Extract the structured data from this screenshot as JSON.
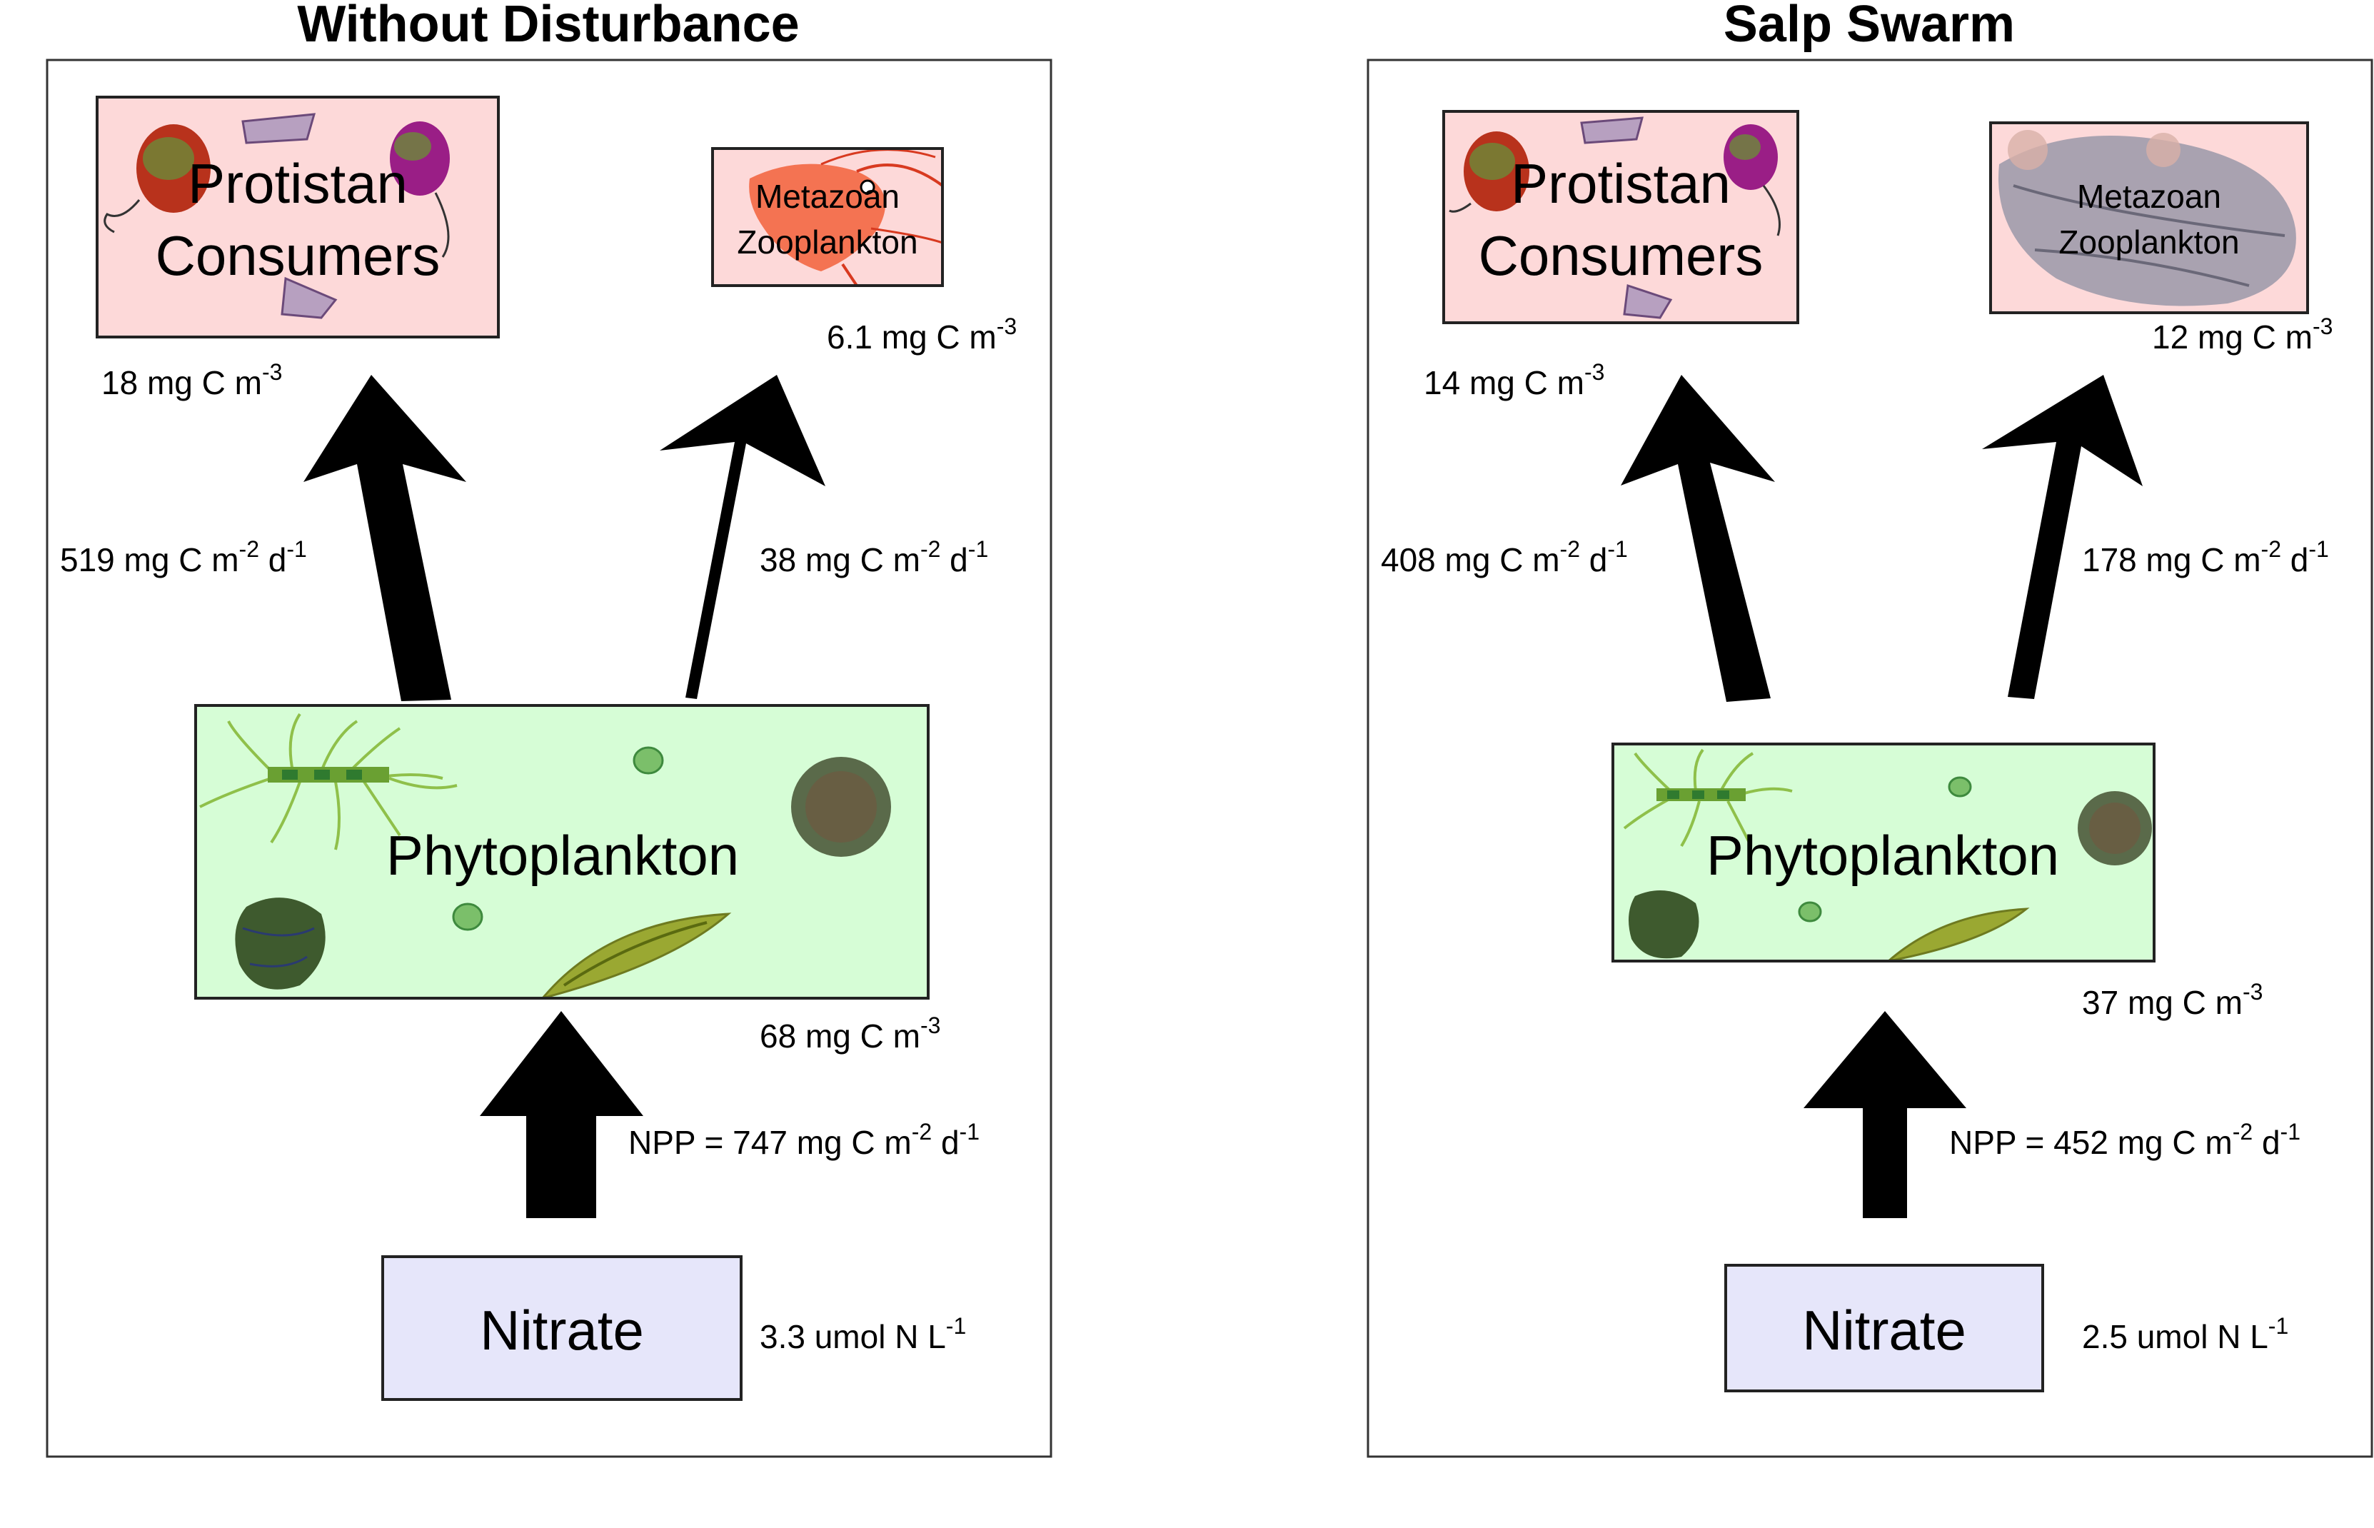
{
  "colors": {
    "protistan_fill": "#fdd9d9",
    "metazoan_fill": "#fdd9d9",
    "phytoplankton_fill": "#d6fdd6",
    "nitrate_fill": "#e6e6fa",
    "arrow": "#000000",
    "frame": "#333333"
  },
  "panels": [
    {
      "title": "Without Disturbance",
      "protistan": {
        "line1": "Protistan",
        "line2": "Consumers",
        "biomass": "18 mg C m",
        "biomass_exp": "-3"
      },
      "metazoan": {
        "line1": "Metazoan",
        "line2": "Zooplankton",
        "biomass": "6.1 mg C m",
        "biomass_exp": "-3",
        "icon": "shrimp-icon"
      },
      "grazing_protist": {
        "text": "519 mg C m",
        "exp1": "-2",
        "mid": " d",
        "exp2": "-1"
      },
      "grazing_metazoan": {
        "text": "38 mg C m",
        "exp1": "-2",
        "mid": " d",
        "exp2": "-1"
      },
      "phytoplankton": {
        "label": "Phytoplankton",
        "biomass": "68 mg C m",
        "biomass_exp": "-3"
      },
      "npp": {
        "text": "NPP = 747 mg C m",
        "exp1": "-2",
        "mid": " d",
        "exp2": "-1"
      },
      "nitrate": {
        "label": "Nitrate",
        "conc": "3.3 umol N L",
        "conc_exp": "-1"
      }
    },
    {
      "title": "Salp Swarm",
      "protistan": {
        "line1": "Protistan",
        "line2": "Consumers",
        "biomass": "14 mg C m",
        "biomass_exp": "-3"
      },
      "metazoan": {
        "line1": "Metazoan",
        "line2": "Zooplankton",
        "biomass": "12 mg C m",
        "biomass_exp": "-3",
        "icon": "salp-icon"
      },
      "grazing_protist": {
        "text": "408 mg C m",
        "exp1": "-2",
        "mid": " d",
        "exp2": "-1"
      },
      "grazing_metazoan": {
        "text": "178 mg C m",
        "exp1": "-2",
        "mid": " d",
        "exp2": "-1"
      },
      "phytoplankton": {
        "label": "Phytoplankton",
        "biomass": "37 mg C m",
        "biomass_exp": "-3"
      },
      "npp": {
        "text": "NPP = 452 mg C m",
        "exp1": "-2",
        "mid": " d",
        "exp2": "-1"
      },
      "nitrate": {
        "label": "Nitrate",
        "conc": "2.5 umol N L",
        "conc_exp": "-1"
      }
    }
  ]
}
